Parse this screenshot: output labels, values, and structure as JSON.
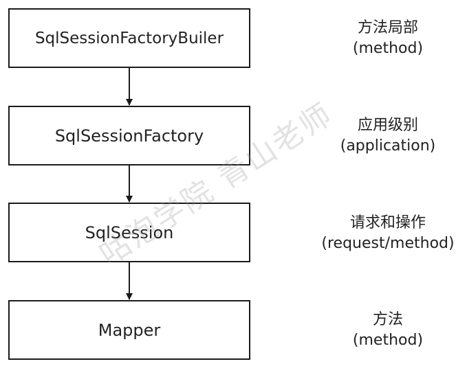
{
  "boxes": [
    {
      "label": "SqlSessionFactoryBuiler"
    },
    {
      "label": "SqlSessionFactory"
    },
    {
      "label": "SqlSession"
    },
    {
      "label": "Mapper"
    }
  ],
  "notes": [
    {
      "line1": "方法局部",
      "line2": "(method)"
    },
    {
      "line1": "应用级别",
      "line2": "(application)"
    },
    {
      "line1": "请求和操作",
      "line2": "(request/method)"
    },
    {
      "line1": "方法",
      "line2": "(method)"
    }
  ],
  "watermark": "咕泡学院 青山老师",
  "colors": {
    "border": "#1a1a1a",
    "text": "#222222",
    "watermark": "#969696"
  }
}
